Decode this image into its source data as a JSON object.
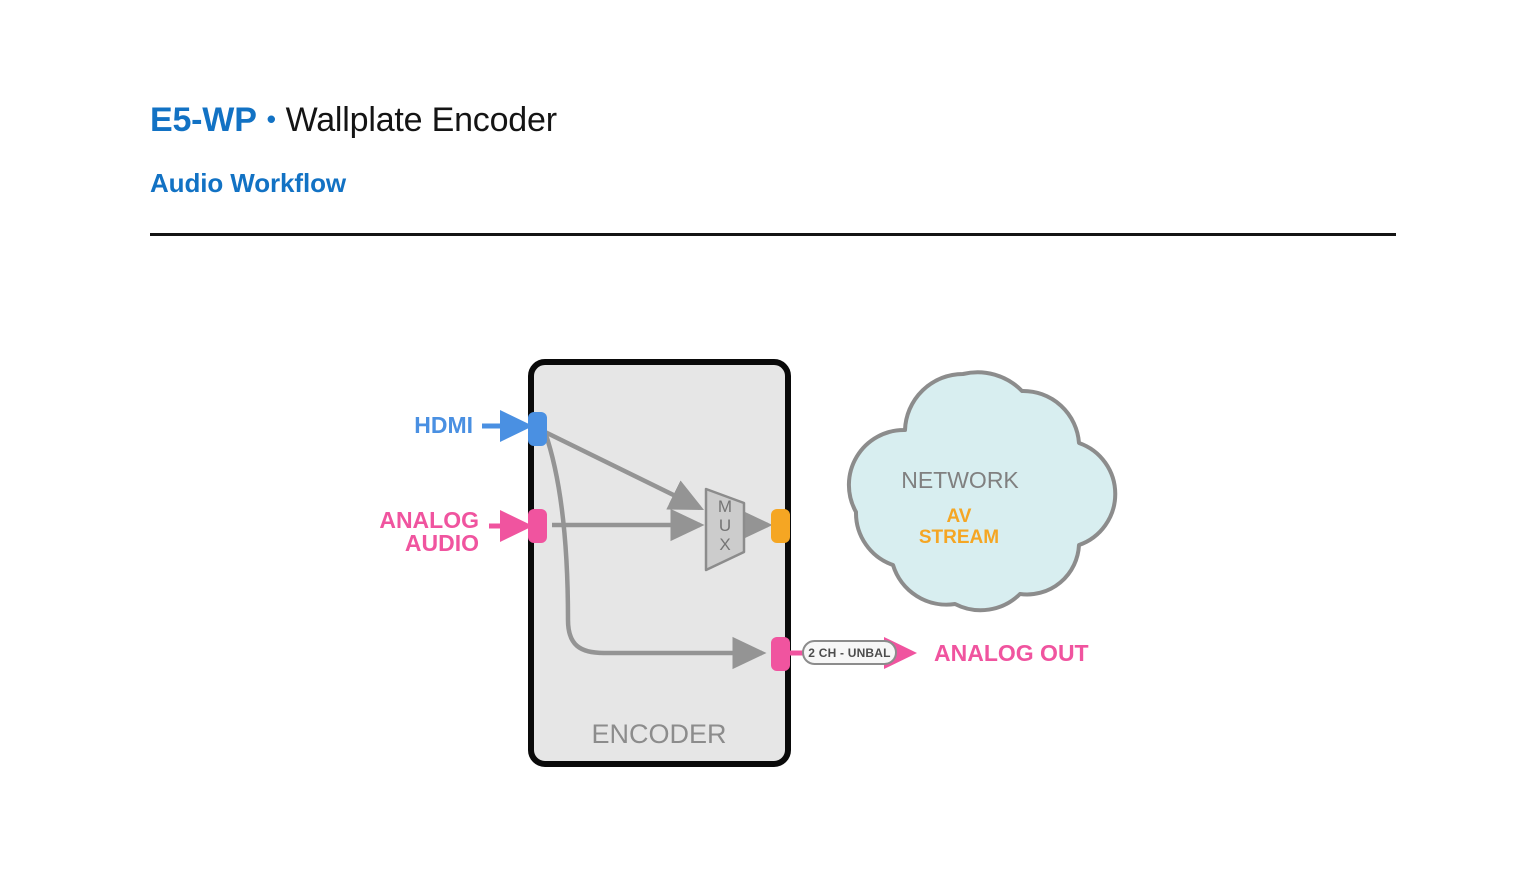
{
  "header": {
    "model": "E5-WP",
    "bullet": "•",
    "product": "Wallplate Encoder",
    "subtitle": "Audio Workflow"
  },
  "diagram": {
    "device_label": "ENCODER",
    "mux_label": "MUX",
    "mux_letters": [
      "M",
      "U",
      "X"
    ],
    "inputs": [
      {
        "id": "hdmi",
        "label": "HDMI",
        "color": "#4a90e2"
      },
      {
        "id": "analog-audio",
        "label_line1": "ANALOG",
        "label_line2": "AUDIO",
        "color": "#f0549f"
      }
    ],
    "outputs": [
      {
        "id": "av-stream",
        "label_line1": "AV",
        "label_line2": "STREAM",
        "color": "#f5a623"
      },
      {
        "id": "analog-out",
        "label": "ANALOG OUT",
        "badge": "2 CH - UNBAL",
        "color": "#f0549f"
      }
    ],
    "network": {
      "label": "NETWORK",
      "fill": "#d8eef0",
      "stroke": "#8c8c8c"
    },
    "colors": {
      "accent_blue": "#1272c4",
      "hdmi_blue": "#4a90e2",
      "analog_pink": "#f0549f",
      "stream_orange": "#f5a623",
      "signal_gray": "#949494",
      "box_fill": "#e6e6e6",
      "box_stroke": "#0a0a0a",
      "cloud_fill": "#d8eef0"
    }
  }
}
